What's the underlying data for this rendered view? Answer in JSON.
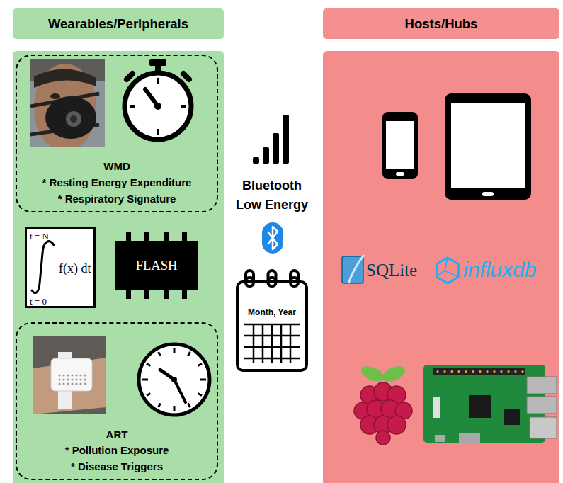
{
  "diagram": {
    "nodes": [
      {
        "text": [
          "Wearables/Peripherals"
        ]
      },
      {
        "text": [
          "Hosts/Hubs"
        ]
      },
      {
        "text": [
          "WMD",
          "* Resting Energy Expenditure",
          "* Respiratory Signature"
        ]
      },
      {
        "text": [
          "t = N",
          "f(x) dt",
          "t = 0"
        ]
      },
      {
        "text": [
          "FLASH"
        ]
      },
      {
        "text": [
          "ART",
          "* Pollution Exposure",
          "* Disease Triggers"
        ]
      }
    ],
    "labels": [
      "Bluetooth Low Energy",
      "Month, Year",
      "SQLite",
      "influxdb"
    ]
  }
}
